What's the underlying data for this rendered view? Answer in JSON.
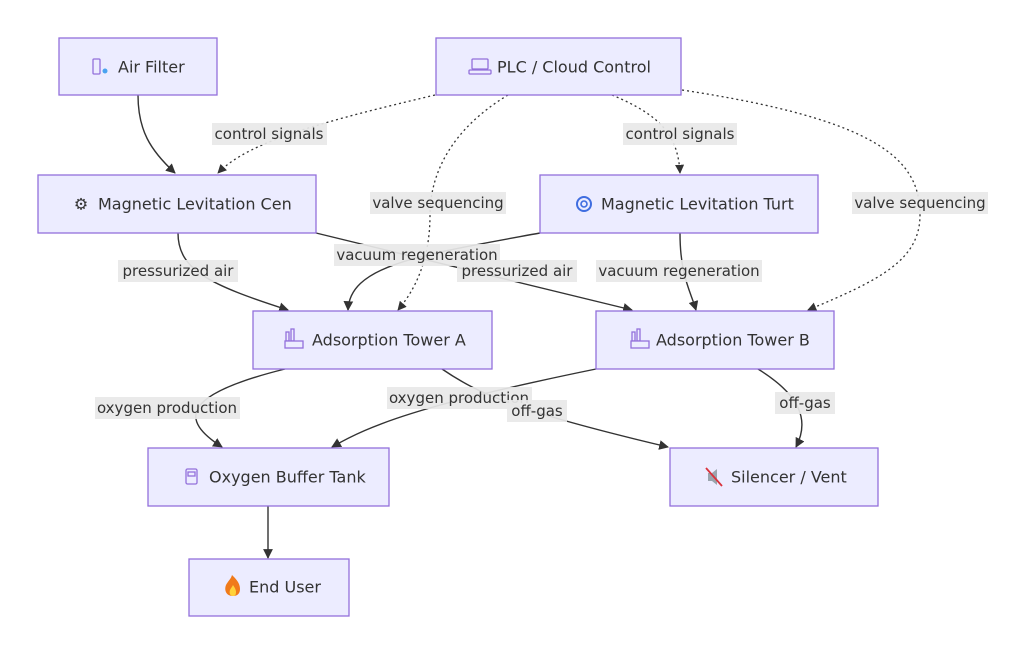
{
  "nodes": {
    "air_filter": {
      "label": "Air Filter",
      "icon": "air-filter-icon"
    },
    "plc": {
      "label": "PLC / Cloud Control",
      "icon": "computer-icon"
    },
    "centrifugal": {
      "label": "Magnetic Levitation Cen",
      "icon": "gear-icon"
    },
    "turbo": {
      "label": "Magnetic Levitation Turt",
      "icon": "cyclone-icon"
    },
    "tower_a": {
      "label": "Adsorption Tower A",
      "icon": "factory-icon"
    },
    "tower_b": {
      "label": "Adsorption Tower B",
      "icon": "factory-icon"
    },
    "buffer": {
      "label": "Oxygen Buffer Tank",
      "icon": "fuel-tank-icon"
    },
    "silencer": {
      "label": "Silencer / Vent",
      "icon": "muted-speaker-icon"
    },
    "end_user": {
      "label": "End User",
      "icon": "fire-icon"
    }
  },
  "edges": {
    "ctrl_1": "control signals",
    "ctrl_2": "control signals",
    "valve_1": "valve sequencing",
    "valve_2": "valve sequencing",
    "press_1": "pressurized air",
    "press_2": "pressurized air",
    "vac_1": "vacuum regeneration",
    "vac_2": "vacuum regeneration",
    "oxy_1": "oxygen production",
    "oxy_2": "oxygen production",
    "off_1": "off-gas",
    "off_2": "off-gas"
  },
  "colors": {
    "node_fill": "#ececff",
    "node_stroke": "#9370db",
    "edge": "#333333",
    "edge_label_bg": "#e8e8e8"
  }
}
